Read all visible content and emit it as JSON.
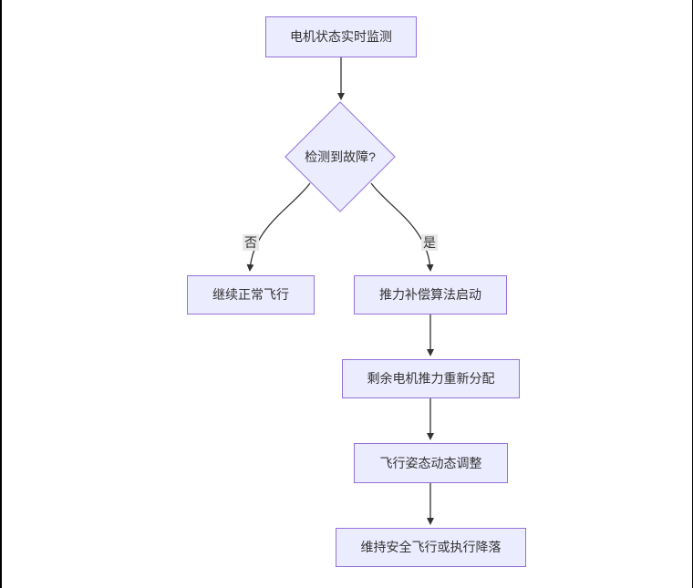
{
  "diagram": {
    "type": "flowchart",
    "direction": "top-down",
    "nodes": {
      "monitor": {
        "label": "电机状态实时监测",
        "shape": "rect"
      },
      "decision": {
        "label": "检测到故障?",
        "shape": "diamond"
      },
      "continue_flight": {
        "label": "继续正常飞行",
        "shape": "rect"
      },
      "thrust_compensation": {
        "label": "推力补偿算法启动",
        "shape": "rect"
      },
      "thrust_reallocation": {
        "label": "剩余电机推力重新分配",
        "shape": "rect"
      },
      "attitude_adjustment": {
        "label": "飞行姿态动态调整",
        "shape": "rect"
      },
      "safe_flight_or_landing": {
        "label": "维持安全飞行或执行降落",
        "shape": "rect"
      }
    },
    "edge_labels": {
      "no": "否",
      "yes": "是"
    },
    "edges": [
      {
        "from": "monitor",
        "to": "decision",
        "label": ""
      },
      {
        "from": "decision",
        "to": "continue_flight",
        "label": "否"
      },
      {
        "from": "decision",
        "to": "thrust_compensation",
        "label": "是"
      },
      {
        "from": "thrust_compensation",
        "to": "thrust_reallocation",
        "label": ""
      },
      {
        "from": "thrust_reallocation",
        "to": "attitude_adjustment",
        "label": ""
      },
      {
        "from": "attitude_adjustment",
        "to": "safe_flight_or_landing",
        "label": ""
      }
    ],
    "colors": {
      "node_fill": "#ECECFF",
      "node_border": "#9370DB",
      "edge": "#333333",
      "text": "#333333",
      "edge_label_bg": "#e8e8e8",
      "background": "#ffffff"
    }
  }
}
